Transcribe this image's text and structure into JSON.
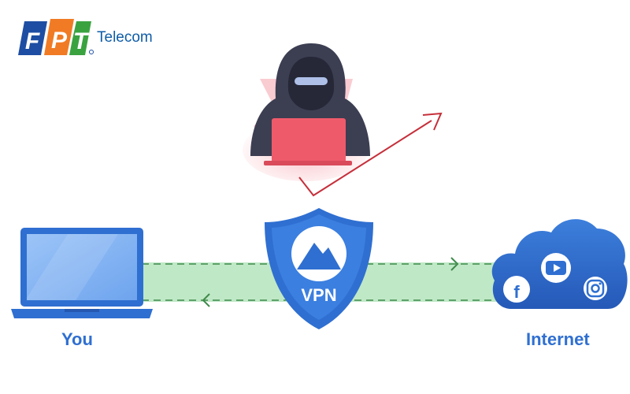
{
  "brand": {
    "letters": [
      "F",
      "P",
      "T"
    ],
    "name": "Telecom",
    "colors": [
      "#1e4ea3",
      "#f07b24",
      "#3aa340"
    ]
  },
  "diagram": {
    "vpn_label": "VPN",
    "you_label": "You",
    "internet_label": "Internet",
    "social_icons": [
      "facebook-icon",
      "youtube-icon",
      "instagram-icon"
    ],
    "colors": {
      "accent": "#2f6fd1",
      "tunnel": "#bfe8c6",
      "tunnel_arrow": "#3f8a4a",
      "hacker_arrow": "#c62f3a",
      "hacker_laptop": "#ef5a6a"
    }
  }
}
